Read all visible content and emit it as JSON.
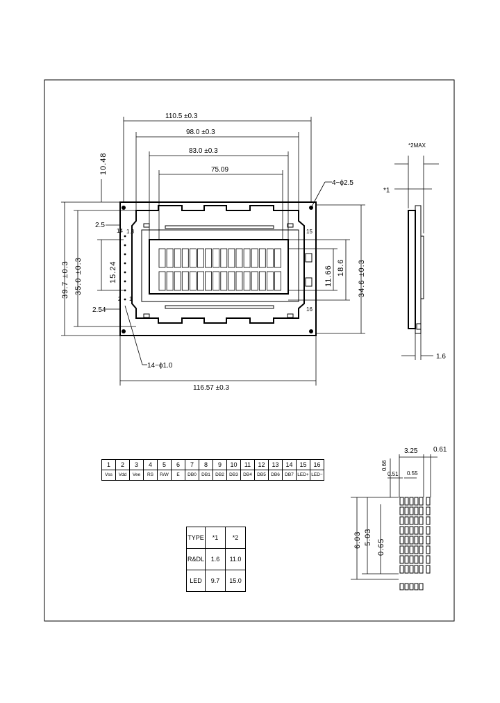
{
  "front": {
    "dim_width_total": "110.5 ±0.3",
    "dim_width_98": "98.0 ±0.3",
    "dim_width_83": "83.0 ±0.3",
    "dim_width_7509": "75.09",
    "dim_hole": "4−ϕ2.5",
    "dim_offset_top": "10.48",
    "dim_height_total": "39.7 ±0.3",
    "dim_height_35": "35.0 ±0.3",
    "dim_height_right": "34.6 ±0.3",
    "dim_1524": "15.24",
    "dim_1166": "11.66",
    "dim_186": "18.6",
    "dim_25": "2.5",
    "dim_13": "1.3",
    "dim_254": "2.54",
    "dim_pin_holes": "14−ϕ1.0",
    "dim_bottom_width": "116.57 ±0.3",
    "pin_14": "14",
    "pin_1": "1",
    "pin_15": "15",
    "pin_16": "16",
    "pin_2": "2"
  },
  "side": {
    "dim_max": "*2MAX",
    "dim_star1": "*1",
    "dim_16": "1.6"
  },
  "char": {
    "dim_325": "3.25",
    "dim_061": "0.61",
    "dim_066": "0.66",
    "dim_051": "0.51",
    "dim_055": "0.55",
    "dim_603": "6.03",
    "dim_503": "5.03",
    "dim_065": "0.65"
  },
  "pins": {
    "numbers": [
      "1",
      "2",
      "3",
      "4",
      "5",
      "6",
      "7",
      "8",
      "9",
      "10",
      "11",
      "12",
      "13",
      "14",
      "15",
      "16"
    ],
    "signals": [
      "Vss",
      "Vdd",
      "Vee",
      "RS",
      "R/W",
      "E",
      "DB0",
      "DB1",
      "DB2",
      "DB3",
      "DB4",
      "DB5",
      "DB6",
      "DB7",
      "LED+",
      "LED−"
    ]
  },
  "types": {
    "header": [
      "TYPE",
      "*1",
      "*2"
    ],
    "rows": [
      [
        "R&DL",
        "1.6",
        "11.0"
      ],
      [
        "LED",
        "9.7",
        "15.0"
      ]
    ]
  }
}
